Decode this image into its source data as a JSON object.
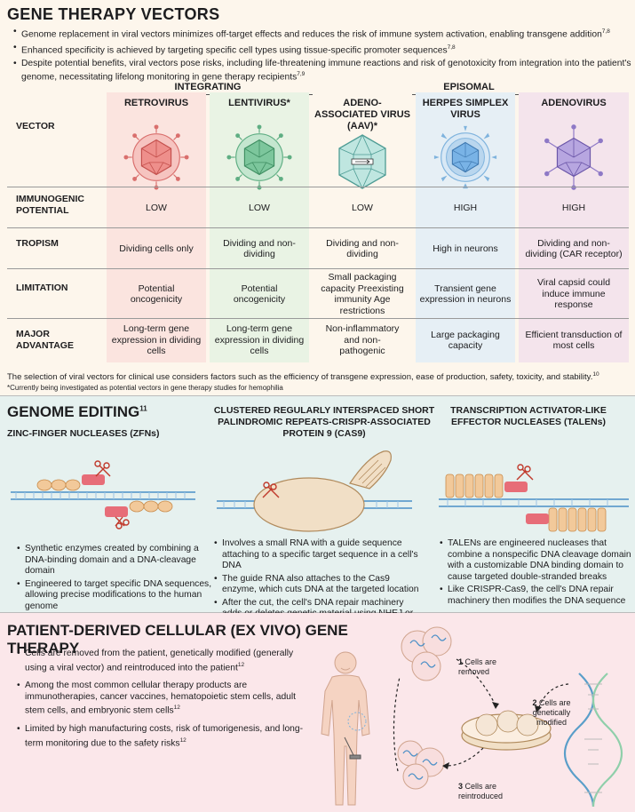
{
  "vectors": {
    "title": "GENE THERAPY VECTORS",
    "bullets": [
      "Genome replacement in viral vectors minimizes off-target effects and reduces the risk of immune system activation, enabling transgene addition",
      "Enhanced specificity is achieved by targeting specific cell types using tissue-specific promoter sequences",
      "Despite potential benefits, viral vectors pose risks, including life-threatening immune reactions and risk of genotoxicity from integration into the patient's genome, necessitating lifelong monitoring in gene therapy recipients"
    ],
    "bullet_refs": [
      "7,8",
      "7,8",
      "7,9"
    ],
    "groups": {
      "integrating": "INTEGRATING",
      "episomal": "EPISOMAL"
    },
    "row_labels": {
      "vector": "VECTOR",
      "immunogenic": "IMMUNOGENIC POTENTIAL",
      "tropism": "TROPISM",
      "limitation": "LIMITATION",
      "advantage": "MAJOR ADVANTAGE"
    },
    "columns": [
      {
        "name": "RETROVIRUS",
        "color": "#f2a9a7",
        "tint": "#fbe4df",
        "immunogenic": "LOW",
        "tropism": "Dividing cells only",
        "limitation": "Potential oncogenicity",
        "advantage": "Long-term gene expression in dividing cells"
      },
      {
        "name": "LENTIVIRUS*",
        "color": "#8fcfaa",
        "tint": "#e9f3e4",
        "immunogenic": "LOW",
        "tropism": "Dividing and non-dividing",
        "limitation": "Potential oncogenicity",
        "advantage": "Long-term gene expression in dividing cells"
      },
      {
        "name": "ADENO-ASSOCIATED VIRUS (AAV)*",
        "color": "#9fd6cf",
        "tint": "#fdf6ec",
        "immunogenic": "LOW",
        "tropism": "Dividing and non-dividing",
        "limitation": "Small packaging capacity Preexisting immunity Age restrictions",
        "advantage": "Non-inflammatory and non-pathogenic"
      },
      {
        "name": "HERPES SIMPLEX VIRUS",
        "color": "#8fc2e8",
        "tint": "#e6eff5",
        "immunogenic": "HIGH",
        "tropism": "High in neurons",
        "limitation": "Transient gene expression in neurons",
        "advantage": "Large packaging capacity"
      },
      {
        "name": "ADENOVIRUS",
        "color": "#b9a9dd",
        "tint": "#f4e4ec",
        "immunogenic": "HIGH",
        "tropism": "Dividing and non-dividing (CAR receptor)",
        "limitation": "Viral capsid could induce immune response",
        "advantage": "Efficient transduction of most cells"
      }
    ],
    "selection_note": "The selection of viral vectors for clinical use considers factors such as the efficiency of transgene expression, ease of production, safety, toxicity, and stability.",
    "selection_ref": "10",
    "footnote": "*Currently being investigated as potential vectors in gene therapy studies for hemophilia"
  },
  "editing": {
    "title": "GENOME EDITING",
    "title_ref": "11",
    "zfn": {
      "title": "ZINC-FINGER NUCLEASES (ZFNs)",
      "bullets": [
        "Synthetic enzymes created by combining a DNA-binding domain and a DNA-cleavage domain",
        "Engineered to target specific DNA sequences, allowing precise modifications to the human genome"
      ]
    },
    "crispr": {
      "title": "CLUSTERED REGULARLY INTERSPACED SHORT PALINDROMIC REPEATS-CRISPR-ASSOCIATED PROTEIN 9 (CAS9)",
      "bullets": [
        "Involves a small RNA with a guide sequence attaching to a specific target sequence in a cell's DNA",
        "The guide RNA also attaches to the Cas9 enzyme, which cuts DNA at the targeted location",
        "After the cut, the cell's DNA repair machinery adds or deletes genetic material using NHEJ or HR, leading to changes in the DNA"
      ]
    },
    "talen": {
      "title": "TRANSCRIPTION ACTIVATOR-LIKE EFFECTOR NUCLEASES (TALENs)",
      "bullets": [
        "TALENs are engineered nucleases that combine a nonspecific DNA cleavage domain with a customizable DNA binding domain to cause targeted double-stranded breaks",
        "Like CRISPR-Cas9, the cell's DNA repair machinery then modifies the DNA sequence"
      ]
    }
  },
  "exvivo": {
    "title": "PATIENT-DERIVED CELLULAR (EX VIVO) GENE THERAPY",
    "bullets": [
      "Cells are removed from the patient, genetically modified (generally using a viral vector) and reintroduced into the patient",
      "Among the most common cellular therapy products are immunotherapies, cancer vaccines, hematopoietic stem cells, adult stem cells, and embryonic stem cells",
      "Limited by high manufacturing costs, risk of tumorigenesis, and long-term monitoring due to the safety risks"
    ],
    "bullet_refs": [
      "12",
      "12",
      "12"
    ],
    "steps": [
      {
        "num": "1",
        "text": "Cells are removed"
      },
      {
        "num": "2",
        "text": "Cells are genetically modified"
      },
      {
        "num": "3",
        "text": "Cells are reintroduced"
      }
    ]
  }
}
